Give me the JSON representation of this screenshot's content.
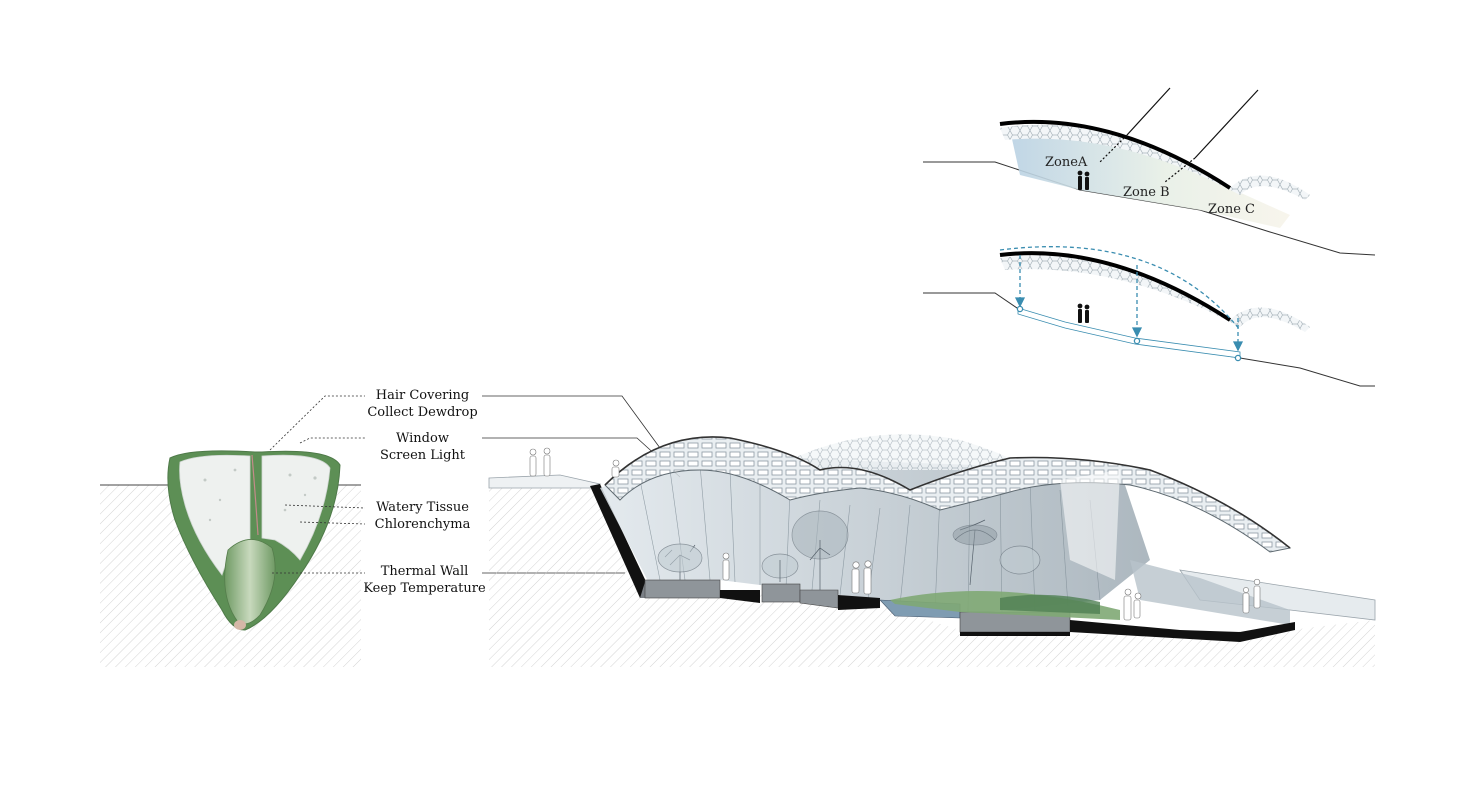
{
  "annotations": [
    {
      "line1": "Hair Covering",
      "line2": "Collect Dewdrop"
    },
    {
      "line1": "Window",
      "line2": "Screen Light"
    },
    {
      "line1": "Watery Tissue",
      "line2": "Chlorenchyma"
    },
    {
      "line1": "Thermal Wall",
      "line2": "Keep Temperature"
    }
  ],
  "zones": {
    "zone_a": "ZoneA",
    "zone_b": "Zone B",
    "zone_c": "Zone C"
  },
  "colors": {
    "leader": "#333333",
    "hatch": "#c9c9c9",
    "roof_edge": "#000000",
    "structure_arrow": "#3a8db0",
    "plant_green": "#7fa874",
    "glass": "#cfd8df"
  }
}
